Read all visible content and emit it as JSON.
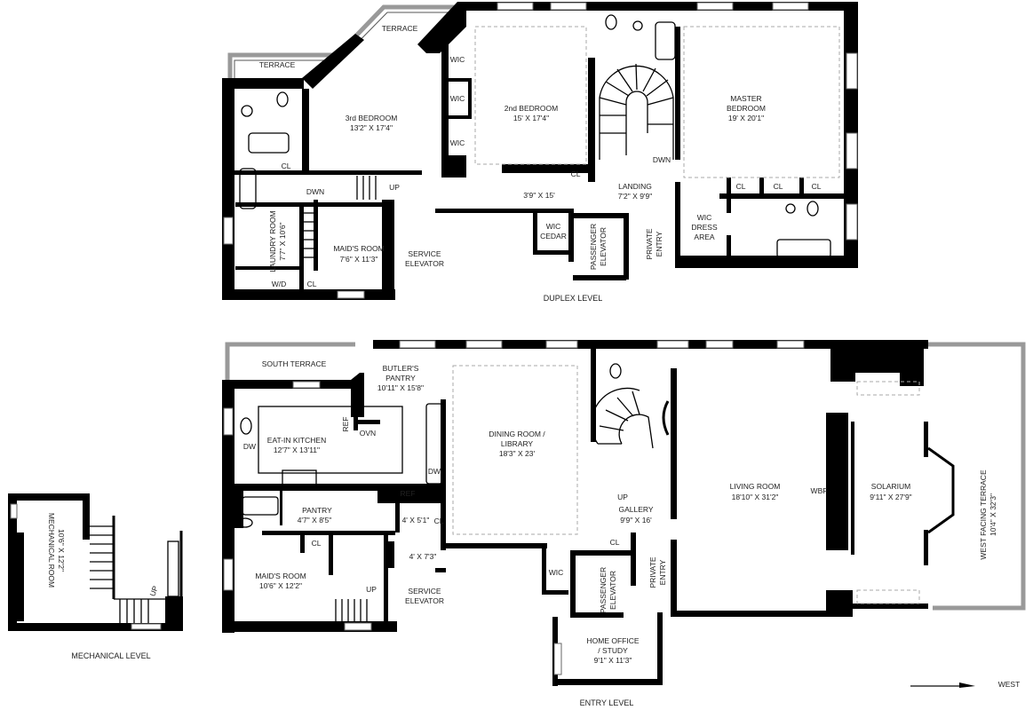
{
  "levels": {
    "duplex": {
      "title": "DUPLEX LEVEL",
      "terrace_upper": "TERRACE",
      "terrace_left": "TERRACE",
      "bedroom3": {
        "name": "3rd BEDROOM",
        "dims": "13'2\" X 17'4\""
      },
      "bedroom2": {
        "name": "2nd BEDROOM",
        "dims": "15' X 17'4\""
      },
      "master": {
        "name1": "MASTER",
        "name2": "BEDROOM",
        "dims": "19' X 20'1\""
      },
      "wic": "WIC",
      "cl": "CL",
      "dwn": "DWN",
      "up": "UP",
      "wd": "W/D",
      "laundry": {
        "name": "LAUNDRY ROOM",
        "dims": "7'7\" X 10'6\""
      },
      "maids_room": {
        "name": "MAID'S ROOM",
        "dims": "7'6\" X 11'3\""
      },
      "service_elevator": {
        "line1": "SERVICE",
        "line2": "ELEVATOR"
      },
      "hall": {
        "dims": "3'9\" X 15'"
      },
      "landing": {
        "name": "LANDING",
        "dims": "7'2\" X 9'9\""
      },
      "wic_cedar": {
        "line1": "WIC",
        "line2": "CEDAR"
      },
      "passenger_elevator": {
        "line1": "PASSENGER",
        "line2": "ELEVATOR"
      },
      "private_entry": {
        "line1": "PRIVATE",
        "line2": "ENTRY"
      },
      "wic_dress": {
        "line1": "WIC",
        "line2": "DRESS",
        "line3": "AREA"
      }
    },
    "entry": {
      "title": "ENTRY LEVEL",
      "south_terrace": "SOUTH TERRACE",
      "butlers_pantry": {
        "line1": "BUTLER'S",
        "line2": "PANTRY",
        "dims": "10'11\" X 15'8\""
      },
      "ref": "REF",
      "ovn": "OVN",
      "dw": "DW",
      "kitchen": {
        "name": "EAT-IN KITCHEN",
        "dims": "12'7\" X 13'11\""
      },
      "dining": {
        "line1": "DINING ROOM /",
        "line2": "LIBRARY",
        "dims": "18'3\" X 23'"
      },
      "pantry": {
        "name": "PANTRY",
        "dims": "4'7\" X 8'5\""
      },
      "closet_a": {
        "dims": "4' X 5'1\""
      },
      "closet_b": {
        "dims": "4' X 7'3\""
      },
      "cl": "CL",
      "up": "UP",
      "maids_room": {
        "name": "MAID'S ROOM",
        "dims": "10'6\" X 12'2\""
      },
      "service_elevator": {
        "line1": "SERVICE",
        "line2": "ELEVATOR"
      },
      "gallery": {
        "name": "GALLERY",
        "dims": "9'9\" X 16'"
      },
      "wic": "WIC",
      "passenger_elevator": {
        "line1": "PASSENGER",
        "line2": "ELEVATOR"
      },
      "private_entry": {
        "line1": "PRIVATE",
        "line2": "ENTRY"
      },
      "office": {
        "line1": "HOME OFFICE",
        "line2": "/ STUDY",
        "dims": "9'1\" X 11'3\""
      },
      "living": {
        "name": "LIVING ROOM",
        "dims": "18'10\" X 31'2\""
      },
      "wbf": "WBF",
      "solarium": {
        "name": "SOLARIUM",
        "dims": "9'11\" X 27'9\""
      },
      "west_terrace": {
        "name": "WEST FACING TERRACE",
        "dims": "10'4\" X 32'3\""
      }
    },
    "mechanical": {
      "title": "MECHANICAL LEVEL",
      "room": {
        "name": "MECHANICAL ROOM",
        "dims": "10'6\" X 12'2\""
      },
      "up": "UP"
    }
  },
  "compass": {
    "label": "WEST",
    "icon": "arrow-right-icon"
  }
}
